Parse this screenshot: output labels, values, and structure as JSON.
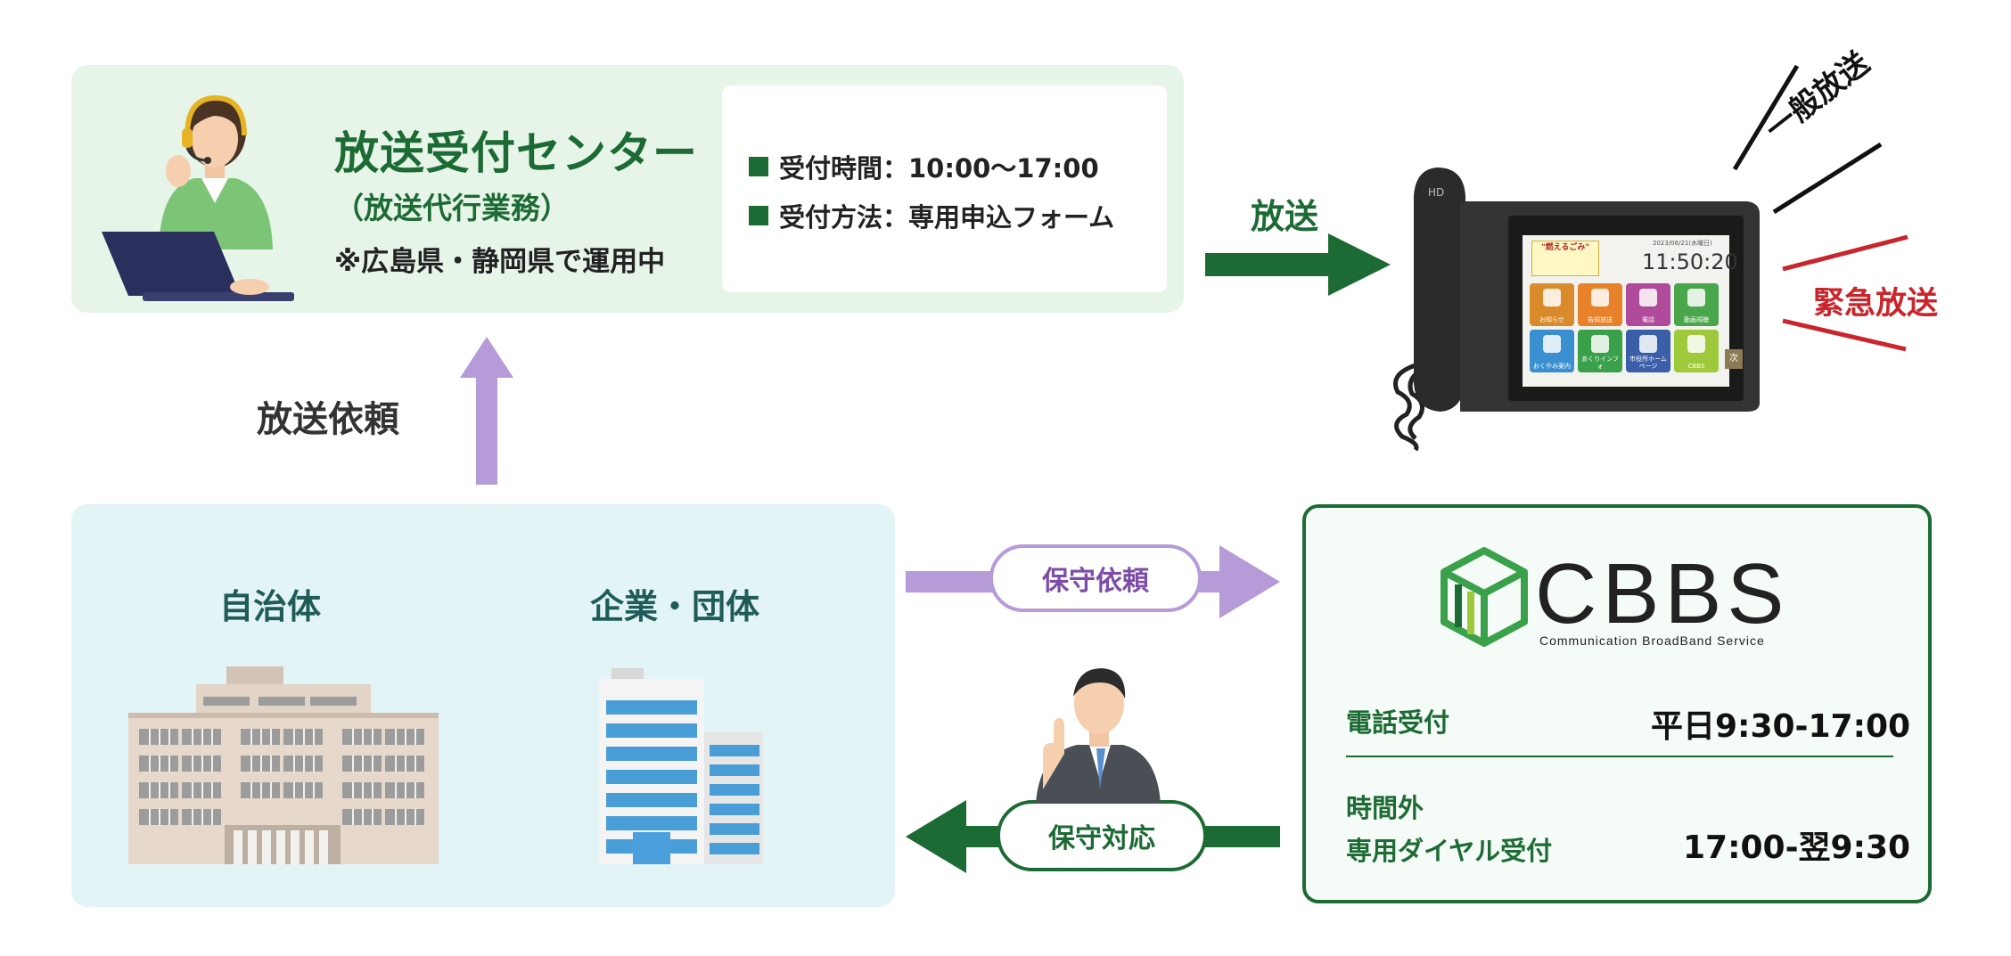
{
  "center": {
    "title": "放送受付センター",
    "subtitle": "（放送代行業務）",
    "note": "※広島県・静岡県で運用中",
    "info": {
      "hours_label": "受付時間：10:00〜17:00",
      "method_label": "受付方法：専用申込フォーム"
    }
  },
  "flows": {
    "broadcast": "放送",
    "broadcast_request": "放送依頼",
    "maintenance_request": "保守依頼",
    "maintenance_response": "保守対応"
  },
  "broadcast_types": {
    "general": "一般放送",
    "emergency": "緊急放送"
  },
  "requesters": {
    "municipality": "自治体",
    "company": "企業・団体"
  },
  "device": {
    "brand": "HD",
    "screen_time": "11:50:20",
    "screen_date": "2023/06/21(水曜日)",
    "banner": "\"燃えるごみ\"",
    "tiles": [
      {
        "label": "お知らせ",
        "color": "#d98a2b",
        "icon": "document-icon"
      },
      {
        "label": "告知放送",
        "color": "#e8822a",
        "icon": "speaker-icon"
      },
      {
        "label": "電話",
        "color": "#b04a9a",
        "icon": "phone-icon"
      },
      {
        "label": "動画視聴",
        "color": "#4aa64a",
        "icon": "video-icon"
      },
      {
        "label": "おくやみ案内",
        "color": "#3a8fd0",
        "icon": "people-icon"
      },
      {
        "label": "あくりインフォ",
        "color": "#3aa04a",
        "icon": "mountain-icon"
      },
      {
        "label": "市役所ホームページ",
        "color": "#3a5fa8",
        "icon": "emblem-icon"
      },
      {
        "label": "CBBS",
        "color": "#9ec93a",
        "icon": "cbbs-icon"
      }
    ],
    "next_label": "次"
  },
  "cbbs": {
    "logo_text": "CBBS",
    "tagline": "Communication BroadBand Service",
    "phone_label": "電話受付",
    "phone_hours": "平日9:30-17:00",
    "after_hours_label_1": "時間外",
    "after_hours_label_2": "専用ダイヤル受付",
    "after_hours_time": "17:00-翌9:30"
  },
  "colors": {
    "green": "#1d6b34",
    "purple": "#b59bd8",
    "purple_text": "#7c4ca8",
    "red": "#c9252b",
    "center_bg": "#e7f5e9",
    "requester_bg": "#e2f4f6"
  }
}
